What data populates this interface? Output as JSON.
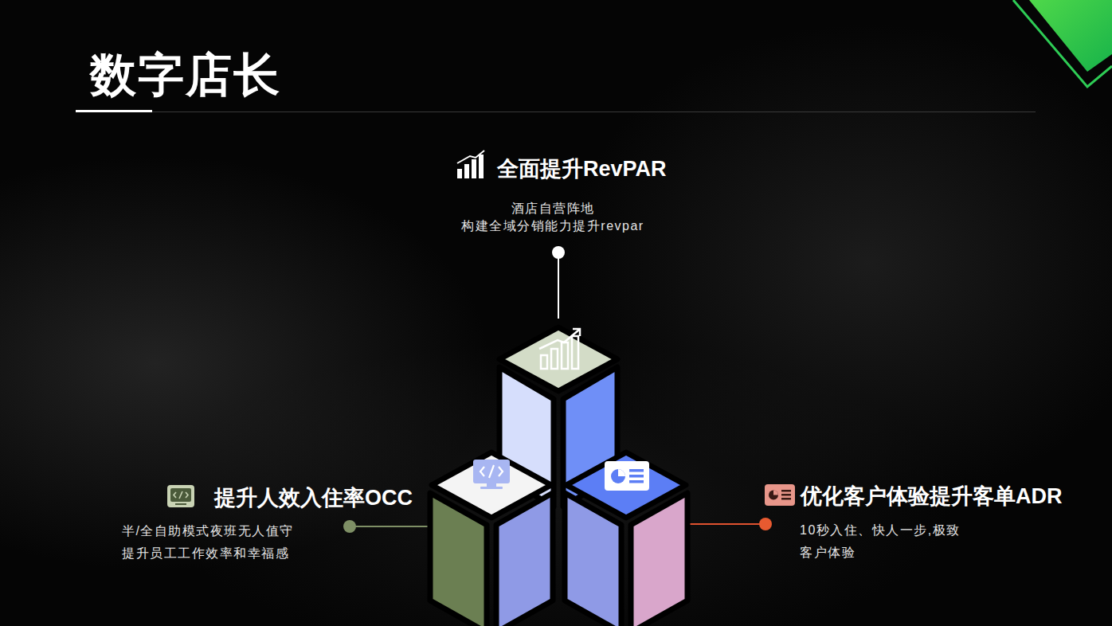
{
  "diagram": {
    "title": "数字店长",
    "labels": [
      "全面提升RevPAR",
      "酒店自营阵地 构建全域分销能力提升revpar",
      "提升人效入住率OCC",
      "半/全自助模式夜班无人值守 提升员工工作效率和幸福感",
      "优化客户体验提升客单ADR",
      "10秒入住、快人一步,极致 客户体验"
    ]
  }
}
